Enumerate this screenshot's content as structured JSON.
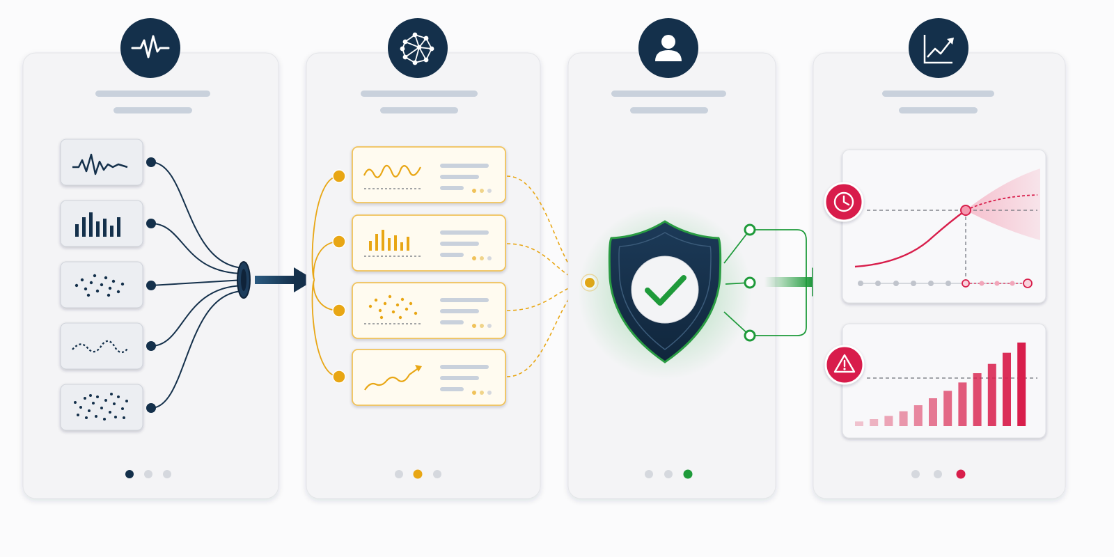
{
  "theme": {
    "navy": "#14304b",
    "amber": "#e8a614",
    "green": "#1e9a3a",
    "crimson": "#d81e4b",
    "panel_bg": "#f4f4f6",
    "placeholder": "#c9d1dc"
  },
  "stages": [
    {
      "id": "collect",
      "icon": "pulse-icon",
      "accent": "#14304b",
      "active_dot": 0
    },
    {
      "id": "analyze",
      "icon": "neural-network-icon",
      "accent": "#e8a614",
      "active_dot": 1
    },
    {
      "id": "verify",
      "icon": "user-icon",
      "accent": "#1e9a3a",
      "active_dot": 2
    },
    {
      "id": "forecast",
      "icon": "trend-chart-icon",
      "accent": "#d81e4b",
      "active_dot": 2
    }
  ],
  "input_sources": [
    {
      "kind": "waveform",
      "icon": "waveform-icon"
    },
    {
      "kind": "bar",
      "icon": "bar-chart-icon"
    },
    {
      "kind": "scatter",
      "icon": "scatter-icon"
    },
    {
      "kind": "wave-dotted",
      "icon": "dotted-wave-icon"
    },
    {
      "kind": "dense-scatter",
      "icon": "dense-scatter-icon"
    }
  ],
  "analysis_cards": [
    {
      "kind": "waveform",
      "icon": "amber-waveform-icon"
    },
    {
      "kind": "bar",
      "icon": "amber-bar-chart-icon"
    },
    {
      "kind": "scatter",
      "icon": "amber-scatter-icon"
    },
    {
      "kind": "trend",
      "icon": "amber-trend-icon"
    }
  ],
  "verification": {
    "status": "verified",
    "icon": "shield-check-icon",
    "outputs": 3
  },
  "forecast": {
    "timeline_icon": "clock-icon",
    "alert_icon": "warning-icon",
    "alert_bar_values": [
      1,
      1.5,
      2.2,
      3.2,
      4.5,
      6,
      7.6,
      9.4,
      11.4,
      13.4,
      15.8,
      18
    ]
  }
}
